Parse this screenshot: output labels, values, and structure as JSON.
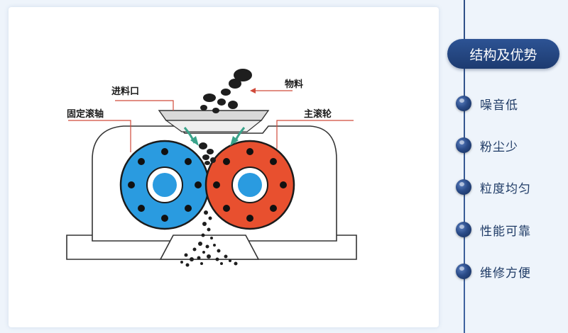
{
  "diagram": {
    "labels": {
      "feed_inlet": "进料口",
      "material": "物料",
      "fixed_roller": "固定滚轴",
      "main_roller": "主滚轮"
    },
    "colors": {
      "fixed_roller": "#2a9be0",
      "main_roller": "#e8502f",
      "stone": "#1e1e1e",
      "arrow": "#d04a3a",
      "flow_arrow": "#3aa38a"
    }
  },
  "sidebar": {
    "title": "结构及优势",
    "features": [
      {
        "label": "噪音低"
      },
      {
        "label": "粉尘少"
      },
      {
        "label": "粒度均匀"
      },
      {
        "label": "性能可靠"
      },
      {
        "label": "维修方便"
      }
    ]
  }
}
